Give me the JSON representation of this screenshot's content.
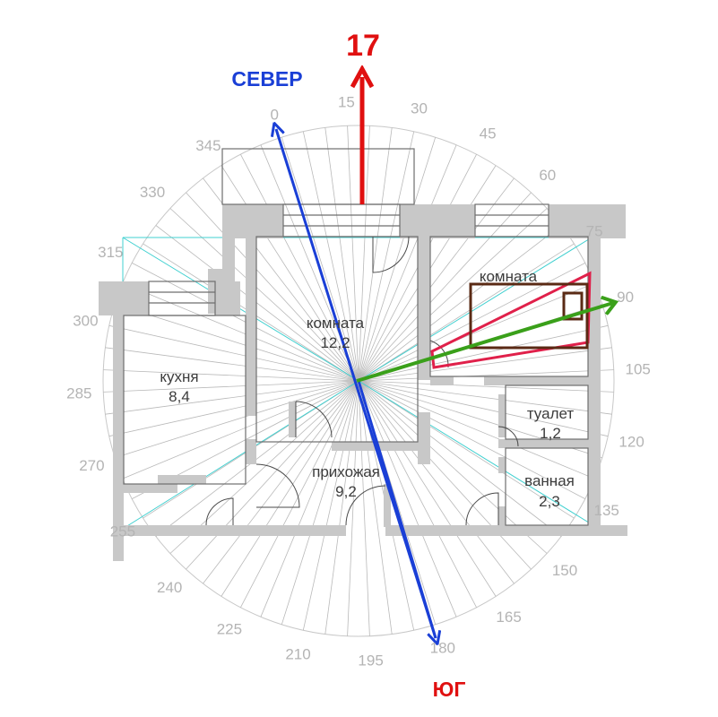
{
  "compass": {
    "north_label": "СЕВЕР",
    "south_label": "ЮГ",
    "orientation_value": "17",
    "degrees": [
      "0",
      "15",
      "30",
      "45",
      "60",
      "75",
      "90",
      "105",
      "120",
      "135",
      "150",
      "165",
      "180",
      "195",
      "210",
      "225",
      "240",
      "255",
      "270",
      "285",
      "300",
      "315",
      "330",
      "345"
    ]
  },
  "rooms": {
    "living": {
      "name": "комната",
      "area": "12,2"
    },
    "kitchen": {
      "name": "кухня",
      "area": "8,4"
    },
    "hallway": {
      "name": "прихожая",
      "area": "9,2"
    },
    "bedroom": {
      "name": "комната"
    },
    "toilet": {
      "name": "туалет",
      "area": "1,2"
    },
    "bath": {
      "name": "ванная",
      "area": "2,3"
    }
  },
  "colors": {
    "north_south_arrow": "#1a3fd6",
    "orientation_arrow": "#e01010",
    "direction_arrow": "#3aa01a",
    "sector": "#e0204a",
    "furniture": "#5a2a14",
    "guide_lines": "#40d0d0",
    "walls": "#c8c8c8"
  }
}
